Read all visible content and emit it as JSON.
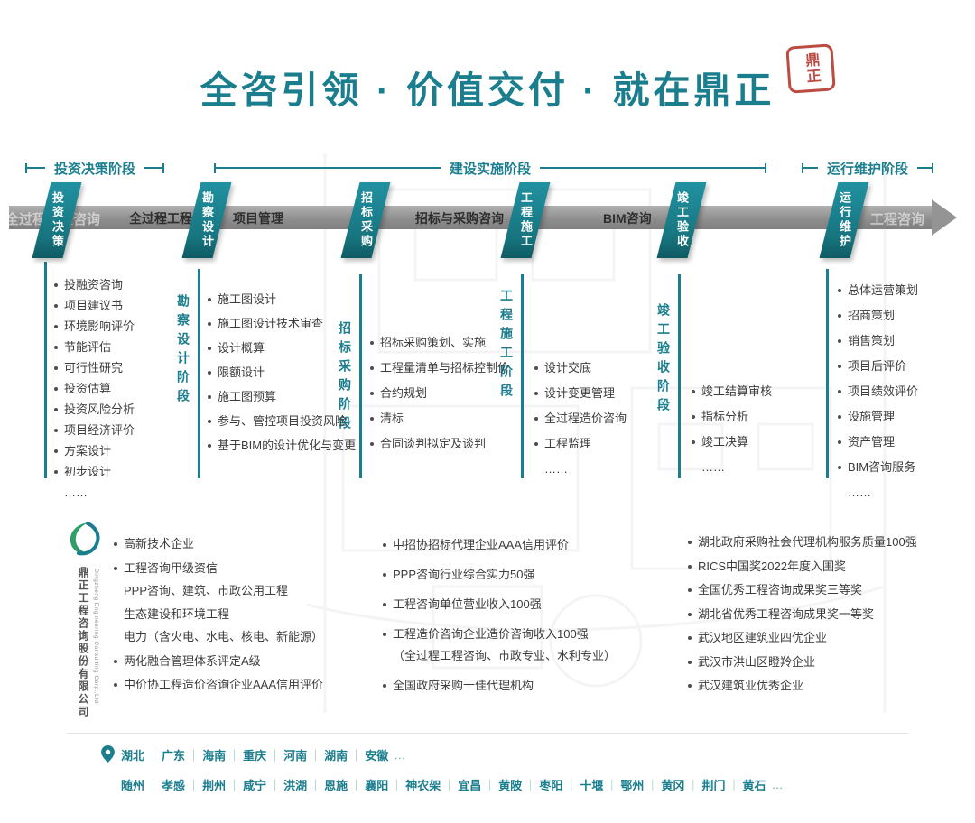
{
  "title": "全咨引领 · 价值交付 · 就在鼎正",
  "seal_text": "鼎正",
  "phase_headers": [
    {
      "label": "投资决策阶段"
    },
    {
      "label": "建设实施阶段"
    },
    {
      "label": "运行维护阶段"
    }
  ],
  "band": {
    "watermark_left": "全过程工程咨询",
    "watermark_right": "工程咨询",
    "labels": [
      "全过程工程",
      "项目管理",
      "招标与采购咨询",
      "BIM咨询"
    ]
  },
  "flags": [
    "投资决策",
    "勘察设计",
    "招标采购",
    "工程施工",
    "竣工验收",
    "运行维护"
  ],
  "columns": [
    {
      "header": "",
      "items": [
        "投融资咨询",
        "项目建议书",
        "环境影响评价",
        "节能评估",
        "可行性研究",
        "投资估算",
        "投资风险分析",
        "项目经济评价",
        "方案设计",
        "初步设计",
        "……"
      ]
    },
    {
      "header": "勘察设计阶段",
      "items": [
        "施工图设计",
        "施工图设计技术审查",
        "设计概算",
        "限额设计",
        "施工图预算",
        "参与、管控项目投资风险",
        "基于BIM的设计优化与变更"
      ]
    },
    {
      "header": "招标采购阶段",
      "items": [
        "招标采购策划、实施",
        "工程量清单与招标控制价",
        "合约规划",
        "清标",
        "合同谈判拟定及谈判"
      ]
    },
    {
      "header": "工程施工阶段",
      "items": [
        "设计交底",
        "设计变更管理",
        "全过程造价咨询",
        "工程监理",
        "……"
      ]
    },
    {
      "header": "竣工验收阶段",
      "items": [
        "竣工结算审核",
        "指标分析",
        "竣工决算",
        "……"
      ]
    },
    {
      "header": "",
      "items": [
        "总体运营策划",
        "招商策划",
        "销售策划",
        "项目后评价",
        "项目绩效评价",
        "设施管理",
        "资产管理",
        "BIM咨询服务",
        "……"
      ]
    }
  ],
  "company": {
    "name": "鼎正工程咨询股份有限公司",
    "name_en": "Dingzheng Engineering Consulting Corp.,Ltd"
  },
  "honors": {
    "col1": [
      "高新技术企业",
      "工程咨询甲级资信\nPPP咨询、建筑、市政公用工程\n生态建设和环境工程\n电力（含火电、水电、核电、新能源）",
      "两化融合管理体系评定A级",
      "中价协工程造价咨询企业AAA信用评价"
    ],
    "col2": [
      "中招协招标代理企业AAA信用评价",
      "PPP咨询行业综合实力50强",
      "工程咨询单位营业收入100强",
      "工程造价咨询企业造价咨询收入100强\n（全过程工程咨询、市政专业、水利专业）",
      "全国政府采购十佳代理机构"
    ],
    "col3": [
      "湖北政府采购社会代理机构服务质量100强",
      "RICS中国奖2022年度入围奖",
      "全国优秀工程咨询成果奖三等奖",
      "湖北省优秀工程咨询成果奖一等奖",
      "武汉地区建筑业四优企业",
      "武汉市洪山区瞪羚企业",
      "武汉建筑业优秀企业"
    ]
  },
  "footer": {
    "provinces": [
      "湖北",
      "广东",
      "海南",
      "重庆",
      "河南",
      "湖南",
      "安徽"
    ],
    "provinces_more": "…",
    "cities": [
      "随州",
      "孝感",
      "荆州",
      "咸宁",
      "洪湖",
      "恩施",
      "襄阳",
      "神农架",
      "宜昌",
      "黄陂",
      "枣阳",
      "十堰",
      "鄂州",
      "黄冈",
      "荆门",
      "黄石"
    ],
    "cities_more": "…"
  }
}
